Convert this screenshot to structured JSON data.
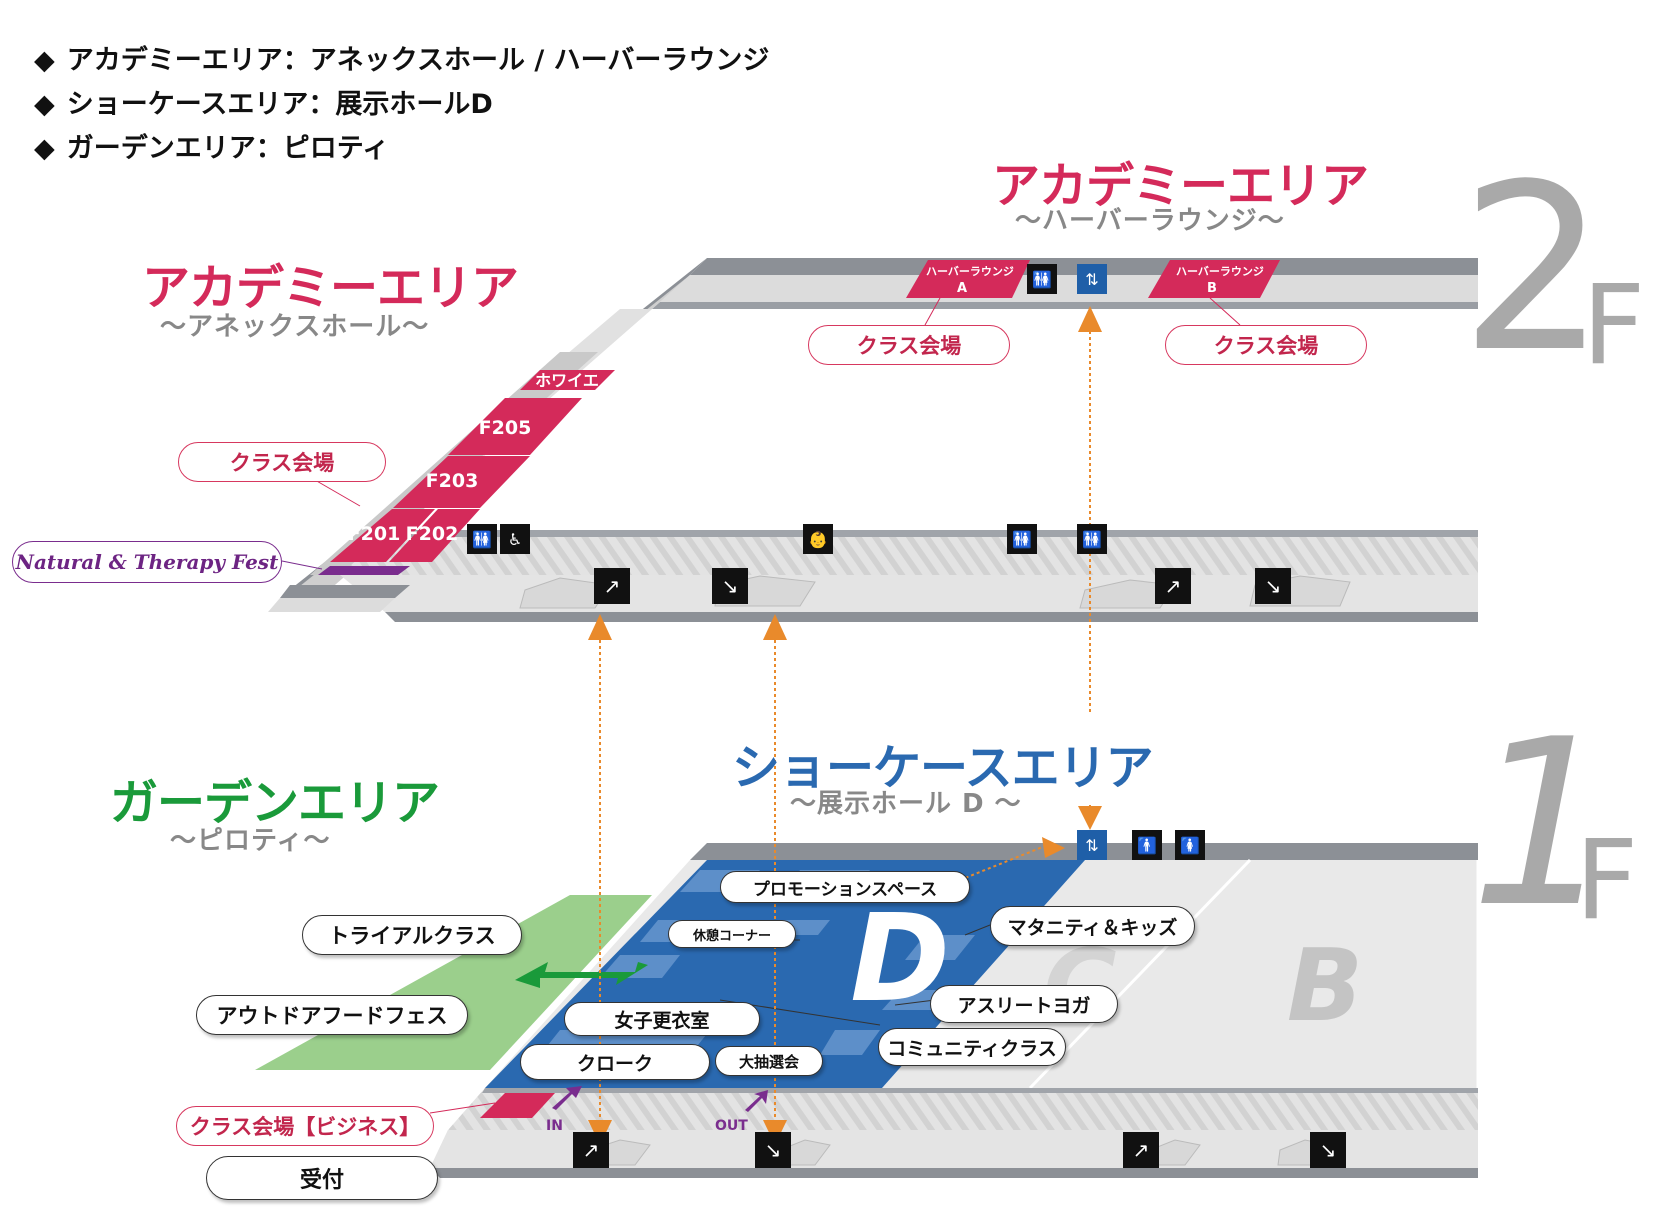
{
  "legend": [
    "アカデミーエリア：アネックスホール / ハーバーラウンジ",
    "ショーケースエリア：展示ホールD",
    "ガーデンエリア：ピロティ"
  ],
  "legend_marker": "◆",
  "floors": {
    "second": {
      "number": "2",
      "letter": "F"
    },
    "first": {
      "number": "1",
      "letter": "F"
    }
  },
  "areas": {
    "academy_annex": {
      "title": "アカデミーエリア",
      "subtitle": "〜アネックスホール〜"
    },
    "academy_harbor": {
      "title": "アカデミーエリア",
      "subtitle": "〜ハーバーラウンジ〜"
    },
    "showcase": {
      "title": "ショーケースエリア",
      "subtitle": "〜展示ホール D 〜"
    },
    "garden": {
      "title": "ガーデンエリア",
      "subtitle": "〜ピロティ〜"
    }
  },
  "rooms_2f": {
    "foyer": "ホワイエ",
    "f205": "F205",
    "f203": "F203",
    "f201": "F201",
    "f202": "F202",
    "harbor_a_line1": "ハーバーラウンジ",
    "harbor_a_line2": "A",
    "harbor_b_line1": "ハーバーラウンジ",
    "harbor_b_line2": "B"
  },
  "labels_2f": {
    "class_venue_annex": "クラス会場",
    "class_venue_a": "クラス会場",
    "class_venue_b": "クラス会場",
    "natural_fest": "Natural & Therapy Fest"
  },
  "hall_1f": {
    "hall_d": "D",
    "hall_c": "C",
    "hall_b": "B",
    "in": "IN",
    "out": "OUT"
  },
  "labels_1f": {
    "promotion_space": "プロモーションスペース",
    "rest_corner": "休憩コーナー",
    "maternity_kids": "マタニティ＆キッズ",
    "athlete_yoga": "アスリートヨガ",
    "community_class": "コミュニティクラス",
    "womens_locker": "女子更衣室",
    "cloak": "クローク",
    "lottery": "大抽選会",
    "trial_class": "トライアルクラス",
    "outdoor_food_fes": "アウトドアフードフェス",
    "class_venue_business": "クラス会場【ビジネス】",
    "reception": "受付"
  },
  "icons": {
    "restroom": "restroom-icon",
    "accessible": "wheelchair-icon",
    "baby": "baby-changing-icon",
    "elevator": "elevator-icon",
    "escalator": "escalator-icon"
  },
  "colors": {
    "academy_pink": "#d42a5a",
    "showcase_blue": "#2a69b0",
    "garden_green": "#1a9a3a",
    "fest_purple": "#7a2d8e",
    "arrow_orange": "#e98a2b",
    "floor_gray": "#a9a9a9"
  }
}
